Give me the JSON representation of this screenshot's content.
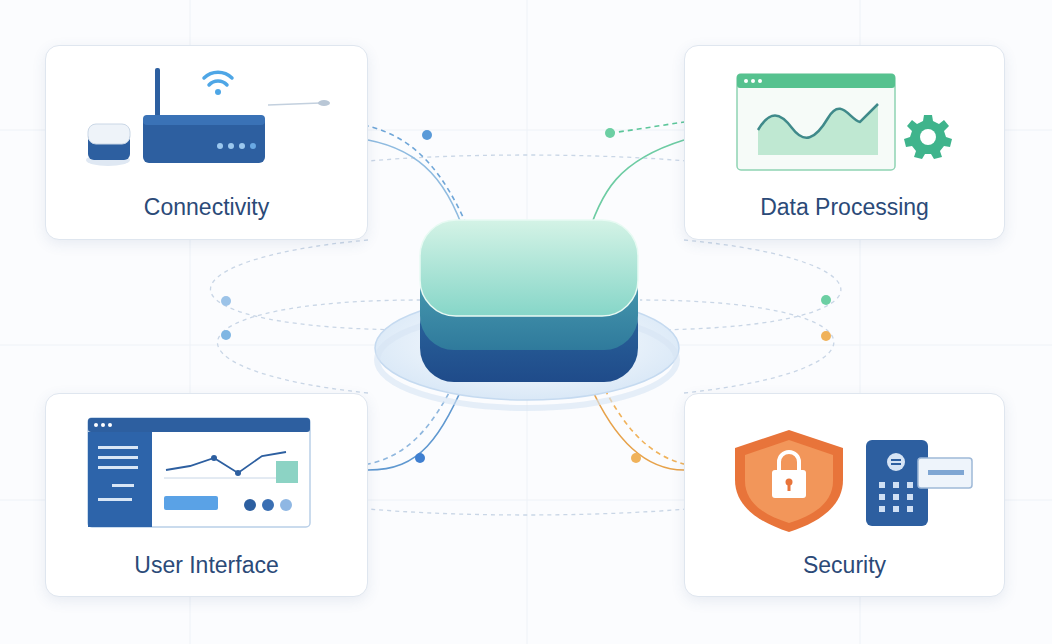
{
  "diagram": {
    "nodes": [
      {
        "text": [
          "Connectivity"
        ]
      },
      {
        "text": [
          "Data Processing"
        ]
      },
      {
        "text": [
          "User Interface"
        ]
      },
      {
        "text": [
          "Security"
        ]
      }
    ]
  }
}
